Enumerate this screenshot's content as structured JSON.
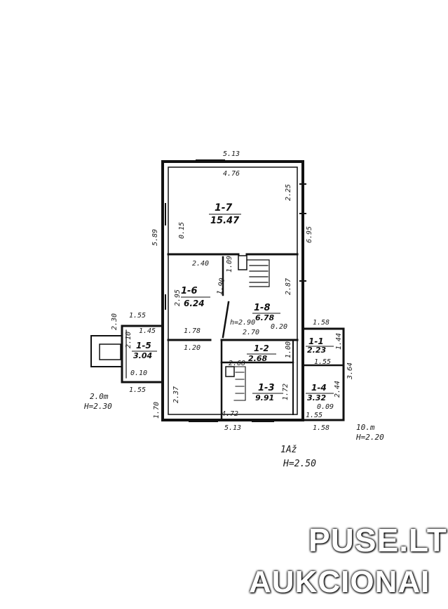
{
  "rooms": [
    {
      "id": "1-7",
      "area": "15.47"
    },
    {
      "id": "1-6",
      "area": "6.24"
    },
    {
      "id": "1-8",
      "area": "6.78"
    },
    {
      "id": "1-5",
      "area": "3.04"
    },
    {
      "id": "1-2",
      "area": "2.68"
    },
    {
      "id": "1-1",
      "area": "2.23"
    },
    {
      "id": "1-3",
      "area": "9.91"
    },
    {
      "id": "1-4",
      "area": "3.32"
    }
  ],
  "dimensions": {
    "top_outer": "5.13",
    "top_inner": "4.76",
    "left_height": "5.89",
    "room17_right": "2.25",
    "room17_right_outer": "6.95",
    "room17_inner": "0.15",
    "room16_width": "2.40",
    "room16_height": "2.95",
    "room16_bottom": "1.78",
    "stair_width": "1.09",
    "diag": "1.90",
    "room18_right": "2.87",
    "room18_h": "h=2.90",
    "room18_offset": "0.20",
    "room18_width": "2.70",
    "room11_top": "1.58",
    "room11_h": "1.44",
    "room11_bottom": "1.55",
    "side_height": "3.64",
    "porch_top": "1.55",
    "porch_left": "2.30",
    "porch_inner": "1.45",
    "porch_side": "2.10",
    "porch_bottom_inner": "0.10",
    "porch_bottom": "1.55",
    "hall_width": "1.20",
    "room12_small": "2.68",
    "room12_h": "1.00",
    "room13_left": "2.37",
    "room13_right": "1.72",
    "room13_bottom": "4.72",
    "room14_h": "2.44",
    "room14_small": "0.09",
    "room14_bottom": "1.55",
    "left_bottom": "1.70",
    "bottom_outer": "5.13",
    "bottom_right": "1.58"
  },
  "notes": {
    "porch_area": "2.0m",
    "porch_height": "H=2.30",
    "annex_area": "10.m",
    "annex_height": "H=2.20",
    "main_label": "1Až",
    "main_height": "H=2.50"
  },
  "watermark": {
    "line1": "PUSE.LT",
    "line2": "AUKCIONAI"
  }
}
